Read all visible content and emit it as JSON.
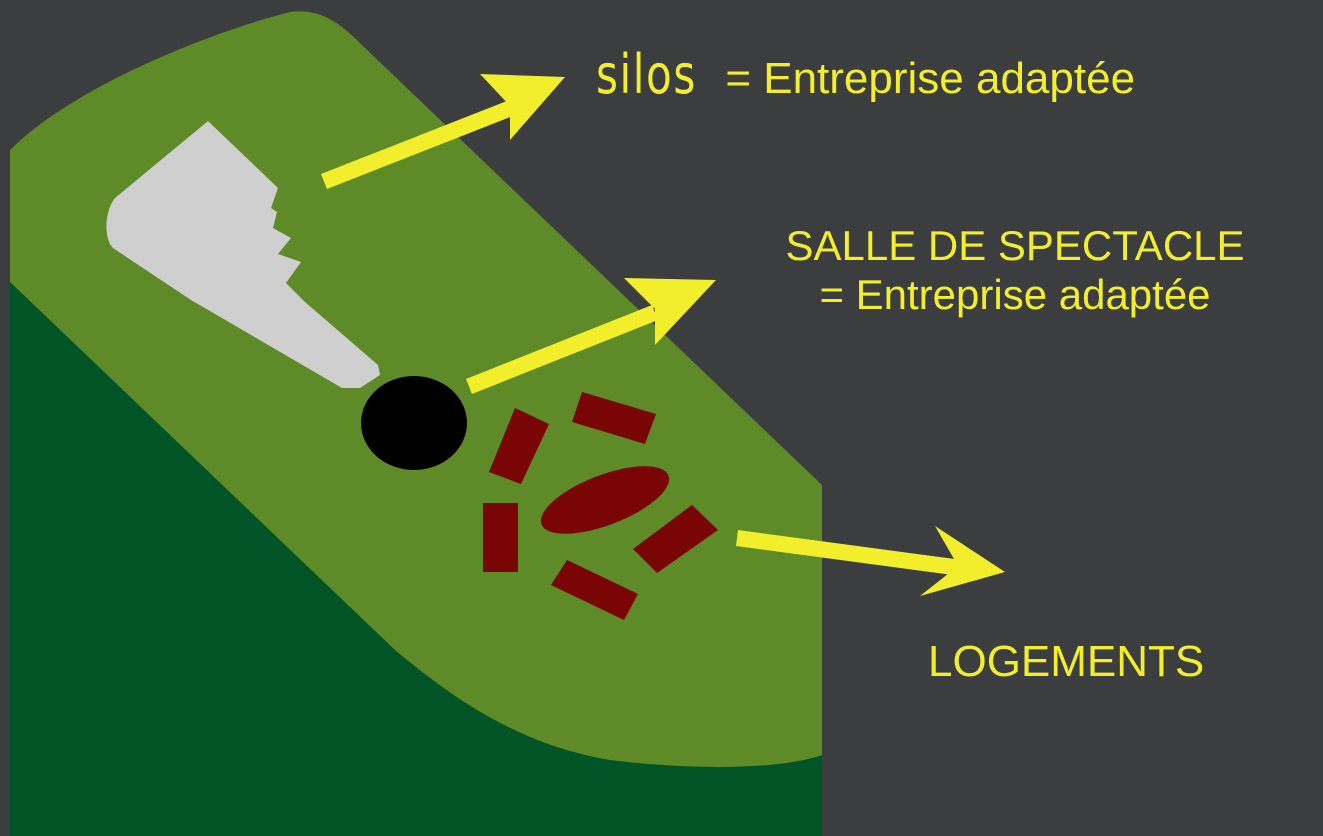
{
  "labels": {
    "silos_word": "silos",
    "silos_rest": "= Entreprise adaptée",
    "salle_line1": "SALLE DE SPECTACLE",
    "salle_line2": "= Entreprise adaptée",
    "logements": "LOGEMENTS"
  },
  "colors": {
    "background": "#3b3d3f",
    "dark_green": "#005425",
    "light_green": "#5e8a28",
    "silos": "#cfcfcf",
    "salle": "#000000",
    "logements": "#7a0505",
    "arrows_text": "#f2ee2c"
  }
}
